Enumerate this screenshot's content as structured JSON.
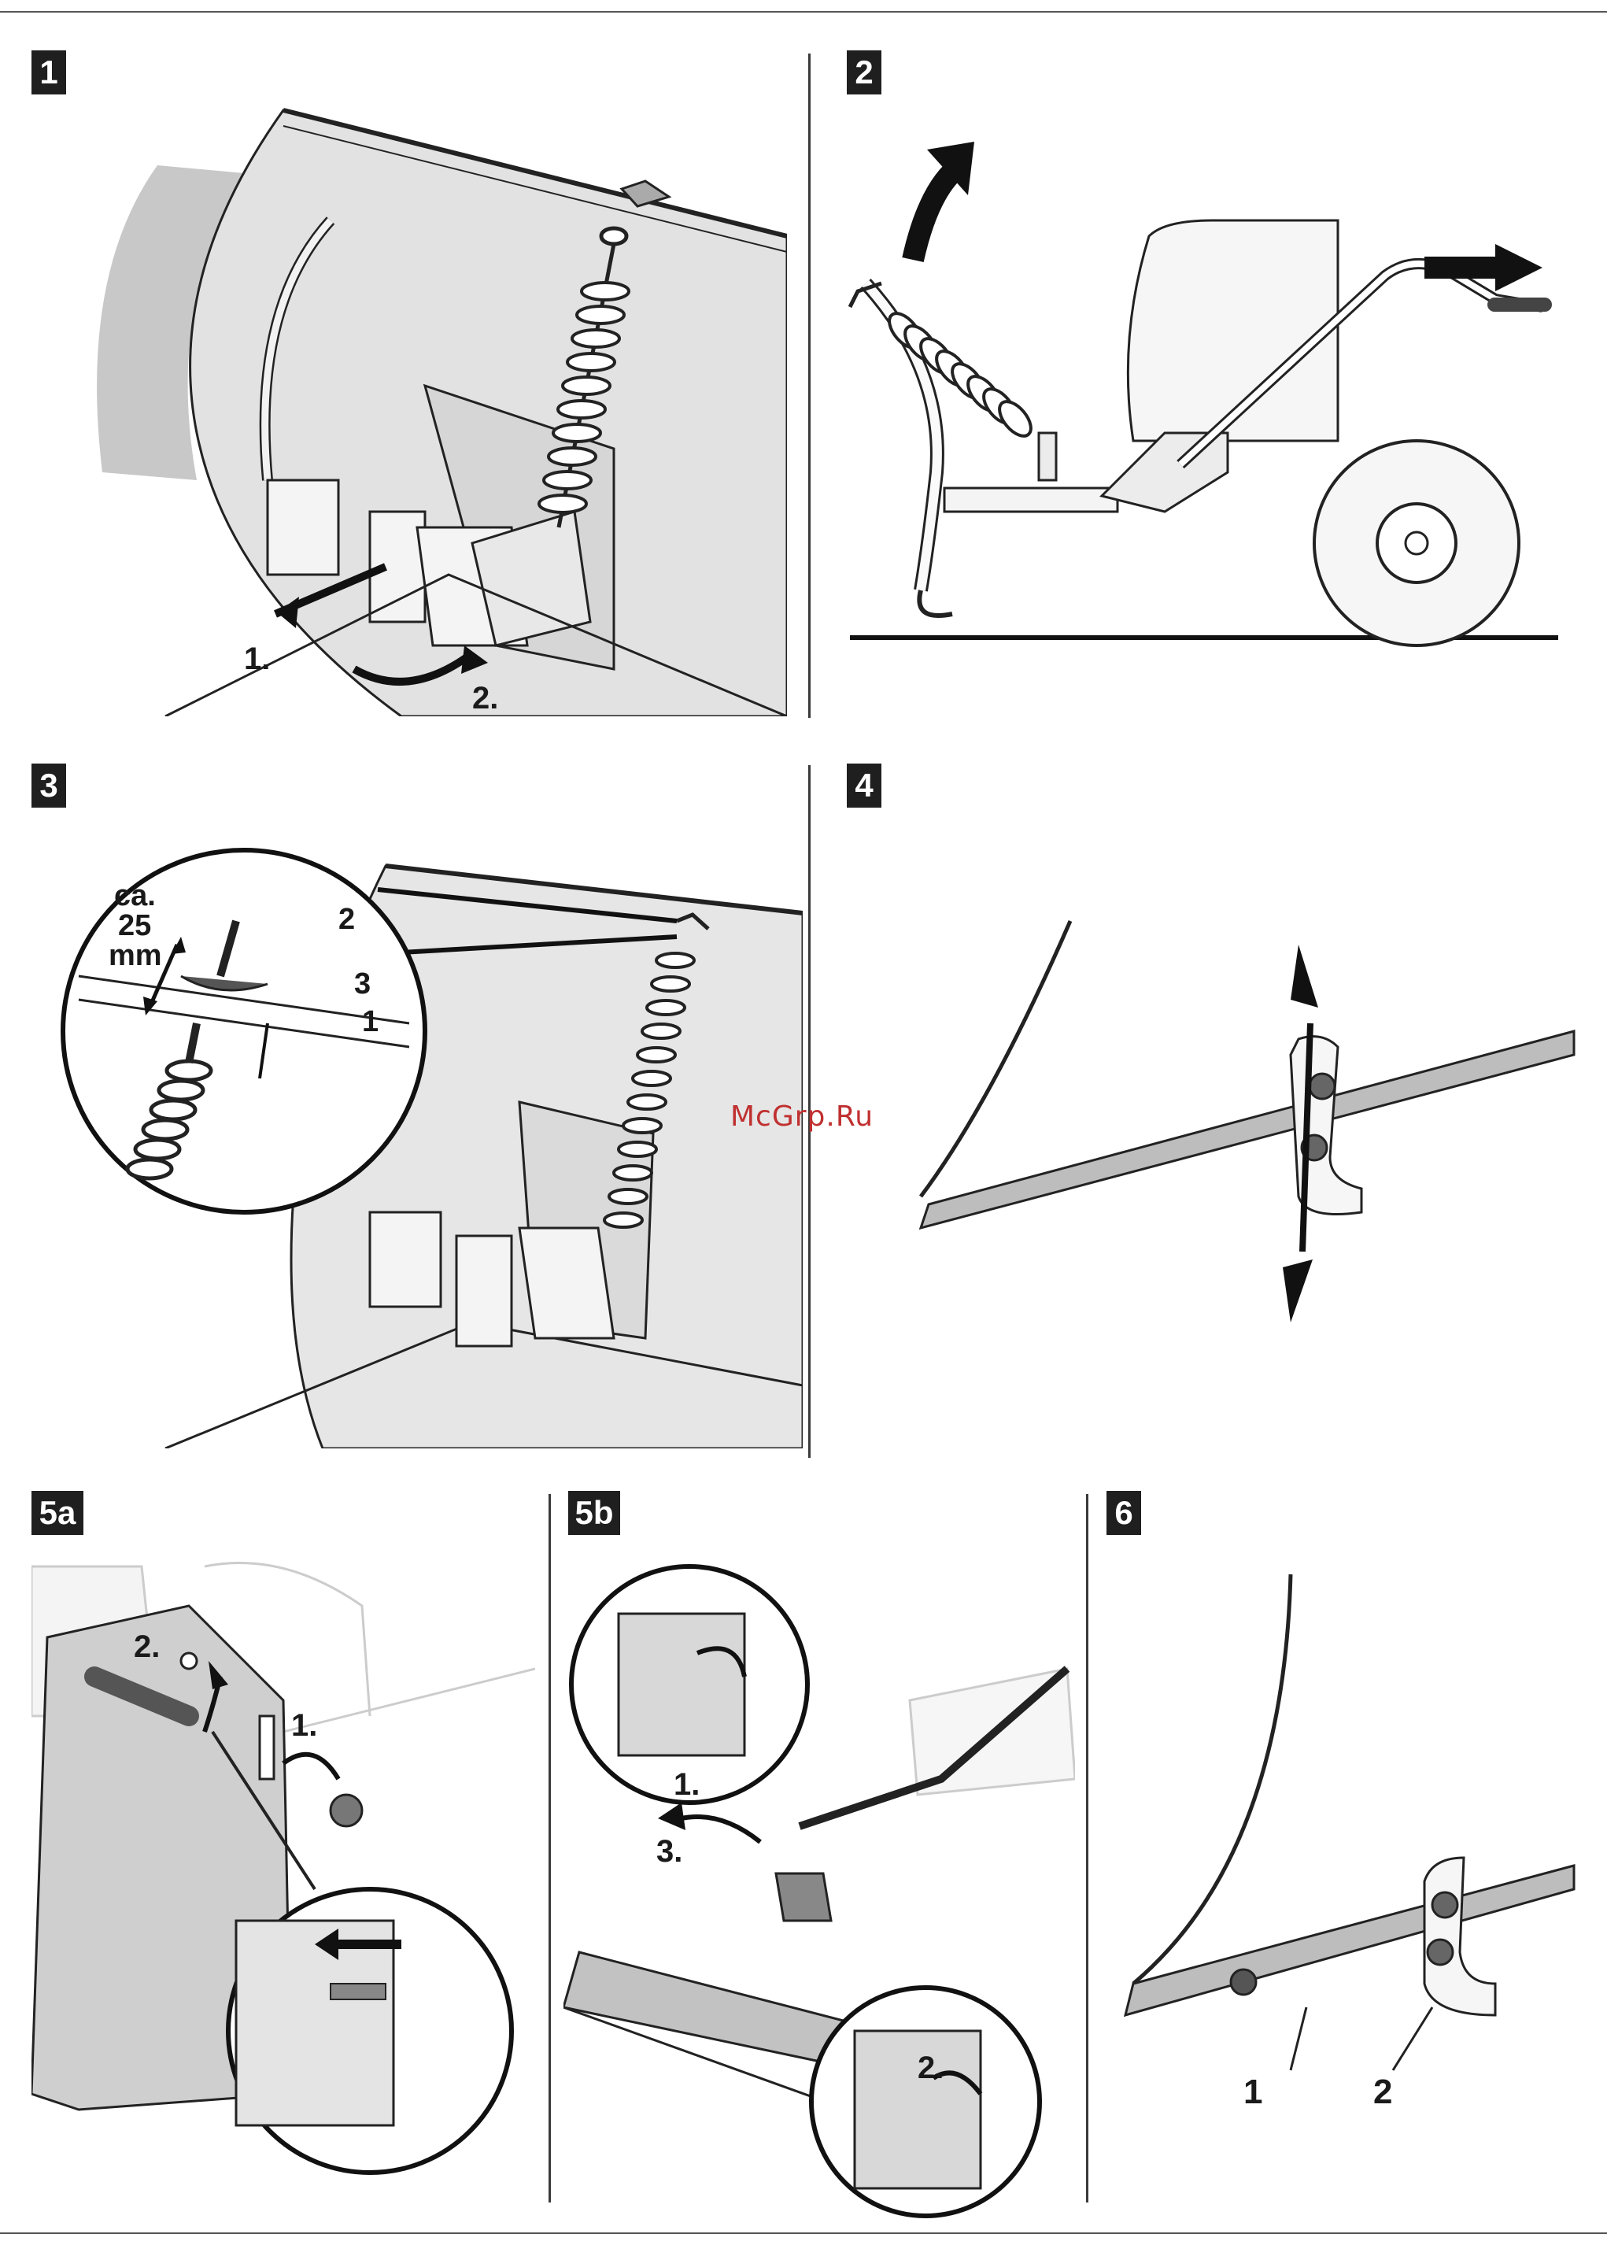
{
  "panels": [
    {
      "id": "1",
      "labels": [
        "1.",
        "2."
      ]
    },
    {
      "id": "2",
      "labels": []
    },
    {
      "id": "3",
      "labels": [
        "ca.",
        "25",
        "mm",
        "2",
        "3",
        "1"
      ]
    },
    {
      "id": "4",
      "labels": []
    },
    {
      "id": "5a",
      "labels": [
        "2.",
        "1."
      ]
    },
    {
      "id": "5b",
      "labels": [
        "1.",
        "3.",
        "2."
      ]
    },
    {
      "id": "6",
      "labels": [
        "1",
        "2"
      ]
    }
  ],
  "watermark": "McGrp.Ru",
  "colors": {
    "badge": "#1f1f1f",
    "shade": "#c8c8c8",
    "light": "#e2e2e2",
    "ink": "#1a1a1a"
  }
}
